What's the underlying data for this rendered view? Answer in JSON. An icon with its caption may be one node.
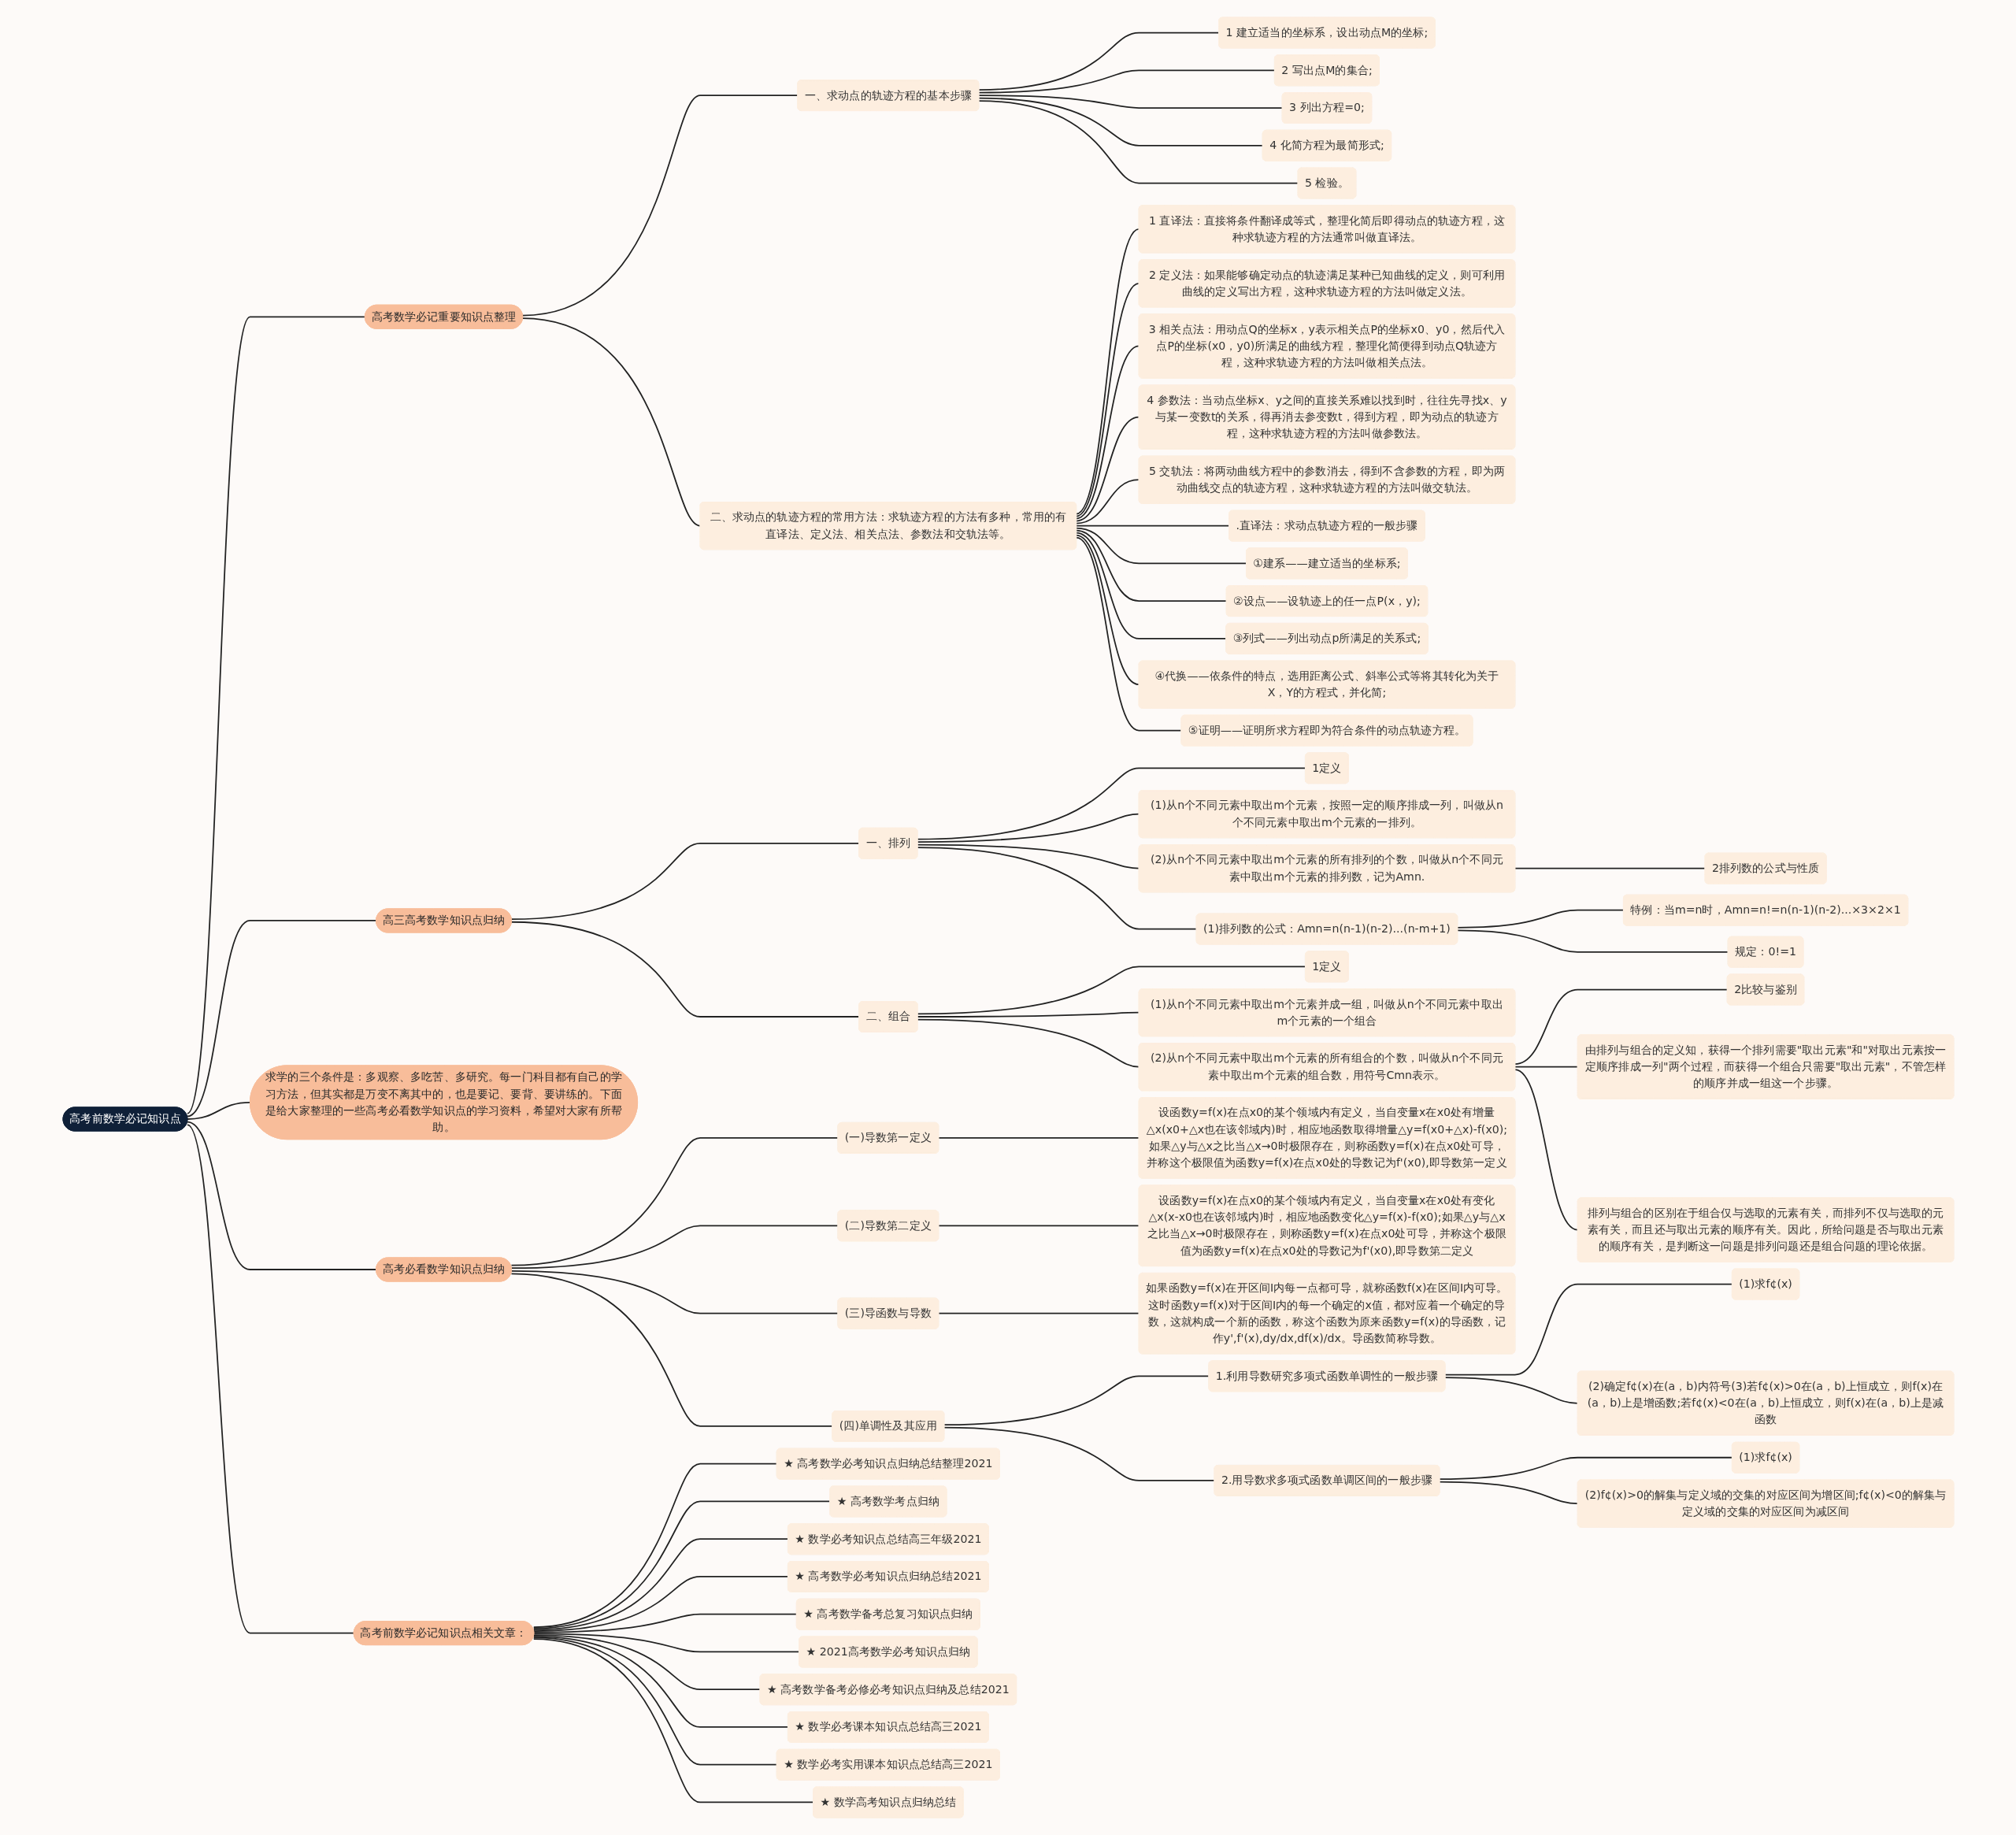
{
  "diagram": {
    "nodes": [
      {
        "text": [
          "高考前数学必记知识点"
        ]
      },
      {
        "text": [
          "高考数学必记重要知识点整理"
        ]
      },
      {
        "text": [
          "一、求动点的轨迹方程的基本步骤"
        ]
      },
      {
        "text": [
          "1 建立适当的坐标系，设出动点M的坐标;"
        ]
      },
      {
        "text": [
          "2 写出点M的集合;"
        ]
      },
      {
        "text": [
          "3 列出方程=0;"
        ]
      },
      {
        "text": [
          "4 化简方程为最简形式;"
        ]
      },
      {
        "text": [
          "5 检验。"
        ]
      },
      {
        "text": [
          "二、求动点的轨迹方程的常用方法：求轨迹方程的方法有多种，常用的有直译法、定义法、相关点法、参数法和交轨法等。"
        ]
      },
      {
        "text": [
          "1 直译法：直接将条件翻译成等式，整理化简后即得动点的轨迹方程，这种求轨迹方程的方法通常叫做直译法。"
        ]
      },
      {
        "text": [
          "2 定义法：如果能够确定动点的轨迹满足某种已知曲线的定义，则可利用曲线的定义写出方程，这种求轨迹方程的方法叫做定义法。"
        ]
      },
      {
        "text": [
          "3 相关点法：用动点Q的坐标x，y表示相关点P的坐标x0、y0，然后代入点P的坐标(x0，y0)所满足的曲线方程，整理化简便得到动点Q轨迹方程，这种求轨迹方程的方法叫做相关点法。"
        ]
      },
      {
        "text": [
          "4 参数法：当动点坐标x、y之间的直接关系难以找到时，往往先寻找x、y与某一变数t的关系，得再消去参变数t，得到方程，即为动点的轨迹方程，这种求轨迹方程的方法叫做参数法。"
        ]
      },
      {
        "text": [
          "5 交轨法：将两动曲线方程中的参数消去，得到不含参数的方程，即为两动曲线交点的轨迹方程，这种求轨迹方程的方法叫做交轨法。"
        ]
      },
      {
        "text": [
          ".直译法：求动点轨迹方程的一般步骤"
        ]
      },
      {
        "text": [
          "①建系——建立适当的坐标系;"
        ]
      },
      {
        "text": [
          "②设点——设轨迹上的任一点P(x，y);"
        ]
      },
      {
        "text": [
          "③列式——列出动点p所满足的关系式;"
        ]
      },
      {
        "text": [
          "④代换——依条件的特点，选用距离公式、斜率公式等将其转化为关于X，Y的方程式，并化简;"
        ]
      },
      {
        "text": [
          "⑤证明——证明所求方程即为符合条件的动点轨迹方程。"
        ]
      },
      {
        "text": [
          "高三高考数学知识点归纳"
        ]
      },
      {
        "text": [
          "一、排列"
        ]
      },
      {
        "text": [
          "1定义"
        ]
      },
      {
        "text": [
          "(1)从n个不同元素中取出m个元素，按照一定的顺序排成一列，叫做从n个不同元素中取出m个元素的一排列。"
        ]
      },
      {
        "text": [
          "(2)从n个不同元素中取出m个元素的所有排列的个数，叫做从n个不同元素中取出m个元素的排列数，记为Amn."
        ]
      },
      {
        "text": [
          "2排列数的公式与性质"
        ]
      },
      {
        "text": [
          "(1)排列数的公式：Amn=n(n-1)(n-2)...(n-m+1)"
        ]
      },
      {
        "text": [
          "特例：当m=n时，Amn=n!=n(n-1)(n-2)...×3×2×1"
        ]
      },
      {
        "text": [
          "规定：0!=1"
        ]
      },
      {
        "text": [
          "二、组合"
        ]
      },
      {
        "text": [
          "1定义"
        ]
      },
      {
        "text": [
          "(1)从n个不同元素中取出m个元素并成一组，叫做从n个不同元素中取出m个元素的一个组合"
        ]
      },
      {
        "text": [
          "(2)从n个不同元素中取出m个元素的所有组合的个数，叫做从n个不同元素中取出m个元素的组合数，用符号Cmn表示。"
        ]
      },
      {
        "text": [
          "2比较与鉴别"
        ]
      },
      {
        "text": [
          "由排列与组合的定义知，获得一个排列需要\"取出元素\"和\"对取出元素按一定顺序排成一列\"两个过程，而获得一个组合只需要\"取出元素\"，不管怎样的顺序并成一组这一个步骤。"
        ]
      },
      {
        "text": [
          "排列与组合的区别在于组合仅与选取的元素有关，而排列不仅与选取的元素有关，而且还与取出元素的顺序有关。因此，所给问题是否与取出元素的顺序有关，是判断这一问题是排列问题还是组合问题的理论依据。"
        ]
      },
      {
        "text": [
          "求学的三个条件是：多观察、多吃苦、多研究。每一门科目都有自己的学习方法，但其实都是万变不离其中的，也是要记、要背、要讲练的。下面是给大家整理的一些高考必看数学知识点的学习资料，希望对大家有所帮助。"
        ]
      },
      {
        "text": [
          "高考必看数学知识点归纳"
        ]
      },
      {
        "text": [
          "(一)导数第一定义"
        ]
      },
      {
        "text": [
          "设函数y=f(x)在点x0的某个领域内有定义，当自变量x在x0处有增量△x(x0+△x也在该邻域内)时，相应地函数取得增量△y=f(x0+△x)-f(x0);如果△y与△x之比当△x→0时极限存在，则称函数y=f(x)在点x0处可导，并称这个极限值为函数y=f(x)在点x0处的导数记为f'(x0),即导数第一定义"
        ]
      },
      {
        "text": [
          "(二)导数第二定义"
        ]
      },
      {
        "text": [
          "设函数y=f(x)在点x0的某个领域内有定义，当自变量x在x0处有变化△x(x-x0也在该邻域内)时，相应地函数变化△y=f(x)-f(x0);如果△y与△x之比当△x→0时极限存在，则称函数y=f(x)在点x0处可导，并称这个极限值为函数y=f(x)在点x0处的导数记为f'(x0),即导数第二定义"
        ]
      },
      {
        "text": [
          "(三)导函数与导数"
        ]
      },
      {
        "text": [
          "如果函数y=f(x)在开区间I内每一点都可导，就称函数f(x)在区间I内可导。这时函数y=f(x)对于区间I内的每一个确定的x值，都对应着一个确定的导数，这就构成一个新的函数，称这个函数为原来函数y=f(x)的导函数，记作y',f'(x),dy/dx,df(x)/dx。导函数简称导数。"
        ]
      },
      {
        "text": [
          "(四)单调性及其应用"
        ]
      },
      {
        "text": [
          "1.利用导数研究多项式函数单调性的一般步骤"
        ]
      },
      {
        "text": [
          "(1)求f¢(x)"
        ]
      },
      {
        "text": [
          "(2)确定f¢(x)在(a，b)内符号(3)若f¢(x)>0在(a，b)上恒成立，则f(x)在(a，b)上是增函数;若f¢(x)<0在(a，b)上恒成立，则f(x)在(a，b)上是减函数"
        ]
      },
      {
        "text": [
          "2.用导数求多项式函数单调区间的一般步骤"
        ]
      },
      {
        "text": [
          "(1)求f¢(x)"
        ]
      },
      {
        "text": [
          "(2)f¢(x)>0的解集与定义域的交集的对应区间为增区间;f¢(x)<0的解集与定义域的交集的对应区间为减区间"
        ]
      },
      {
        "text": [
          "高考前数学必记知识点相关文章："
        ]
      },
      {
        "text": [
          "★ 高考数学必考知识点归纳总结整理2021"
        ]
      },
      {
        "text": [
          "★ 高考数学考点归纳"
        ]
      },
      {
        "text": [
          "★ 数学必考知识点总结高三年级2021"
        ]
      },
      {
        "text": [
          "★ 高考数学必考知识点归纳总结2021"
        ]
      },
      {
        "text": [
          "★ 高考数学备考总复习知识点归纳"
        ]
      },
      {
        "text": [
          "★ 2021高考数学必考知识点归纳"
        ]
      },
      {
        "text": [
          "★ 高考数学备考必修必考知识点归纳及总结2021"
        ]
      },
      {
        "text": [
          "★ 数学必考课本知识点总结高三2021"
        ]
      },
      {
        "text": [
          "★ 数学必考实用课本知识点总结高三2021"
        ]
      },
      {
        "text": [
          "★ 数学高考知识点归纳总结"
        ]
      }
    ],
    "edges": [
      {
        "from": 0,
        "to": 1,
        "arrow": "none"
      },
      {
        "from": 1,
        "to": 2,
        "arrow": "none"
      },
      {
        "from": 2,
        "to": 3,
        "arrow": "none"
      },
      {
        "from": 2,
        "to": 4,
        "arrow": "none"
      },
      {
        "from": 2,
        "to": 5,
        "arrow": "none"
      },
      {
        "from": 2,
        "to": 6,
        "arrow": "none"
      },
      {
        "from": 2,
        "to": 7,
        "arrow": "none"
      },
      {
        "from": 1,
        "to": 8,
        "arrow": "none"
      },
      {
        "from": 8,
        "to": 9,
        "arrow": "none"
      },
      {
        "from": 8,
        "to": 10,
        "arrow": "none"
      },
      {
        "from": 8,
        "to": 11,
        "arrow": "none"
      },
      {
        "from": 8,
        "to": 12,
        "arrow": "none"
      },
      {
        "from": 8,
        "to": 13,
        "arrow": "none"
      },
      {
        "from": 8,
        "to": 14,
        "arrow": "none"
      },
      {
        "from": 8,
        "to": 15,
        "arrow": "none"
      },
      {
        "from": 8,
        "to": 16,
        "arrow": "none"
      },
      {
        "from": 8,
        "to": 17,
        "arrow": "none"
      },
      {
        "from": 8,
        "to": 18,
        "arrow": "none"
      },
      {
        "from": 8,
        "to": 19,
        "arrow": "none"
      },
      {
        "from": 0,
        "to": 20,
        "arrow": "none"
      },
      {
        "from": 20,
        "to": 21,
        "arrow": "none"
      },
      {
        "from": 21,
        "to": 22,
        "arrow": "none"
      },
      {
        "from": 21,
        "to": 23,
        "arrow": "none"
      },
      {
        "from": 21,
        "to": 24,
        "arrow": "none"
      },
      {
        "from": 24,
        "to": 25,
        "arrow": "none"
      },
      {
        "from": 21,
        "to": 26,
        "arrow": "none"
      },
      {
        "from": 26,
        "to": 27,
        "arrow": "none"
      },
      {
        "from": 26,
        "to": 28,
        "arrow": "none"
      },
      {
        "from": 20,
        "to": 29,
        "arrow": "none"
      },
      {
        "from": 29,
        "to": 30,
        "arrow": "none"
      },
      {
        "from": 29,
        "to": 31,
        "arrow": "none"
      },
      {
        "from": 29,
        "to": 32,
        "arrow": "none"
      },
      {
        "from": 32,
        "to": 33,
        "arrow": "none"
      },
      {
        "from": 32,
        "to": 34,
        "arrow": "none"
      },
      {
        "from": 32,
        "to": 35,
        "arrow": "none"
      },
      {
        "from": 0,
        "to": 36,
        "arrow": "none"
      },
      {
        "from": 0,
        "to": 37,
        "arrow": "none"
      },
      {
        "from": 37,
        "to": 38,
        "arrow": "none"
      },
      {
        "from": 38,
        "to": 39,
        "arrow": "none"
      },
      {
        "from": 37,
        "to": 40,
        "arrow": "none"
      },
      {
        "from": 40,
        "to": 41,
        "arrow": "none"
      },
      {
        "from": 37,
        "to": 42,
        "arrow": "none"
      },
      {
        "from": 42,
        "to": 43,
        "arrow": "none"
      },
      {
        "from": 37,
        "to": 44,
        "arrow": "none"
      },
      {
        "from": 44,
        "to": 45,
        "arrow": "none"
      },
      {
        "from": 45,
        "to": 46,
        "arrow": "none"
      },
      {
        "from": 45,
        "to": 47,
        "arrow": "none"
      },
      {
        "from": 44,
        "to": 48,
        "arrow": "none"
      },
      {
        "from": 48,
        "to": 49,
        "arrow": "none"
      },
      {
        "from": 48,
        "to": 50,
        "arrow": "none"
      },
      {
        "from": 0,
        "to": 51,
        "arrow": "none"
      },
      {
        "from": 51,
        "to": 52,
        "arrow": "none"
      },
      {
        "from": 51,
        "to": 53,
        "arrow": "none"
      },
      {
        "from": 51,
        "to": 54,
        "arrow": "none"
      },
      {
        "from": 51,
        "to": 55,
        "arrow": "none"
      },
      {
        "from": 51,
        "to": 56,
        "arrow": "none"
      },
      {
        "from": 51,
        "to": 57,
        "arrow": "none"
      },
      {
        "from": 51,
        "to": 58,
        "arrow": "none"
      },
      {
        "from": 51,
        "to": 59,
        "arrow": "none"
      },
      {
        "from": 51,
        "to": 60,
        "arrow": "none"
      },
      {
        "from": 51,
        "to": 61,
        "arrow": "none"
      }
    ]
  }
}
